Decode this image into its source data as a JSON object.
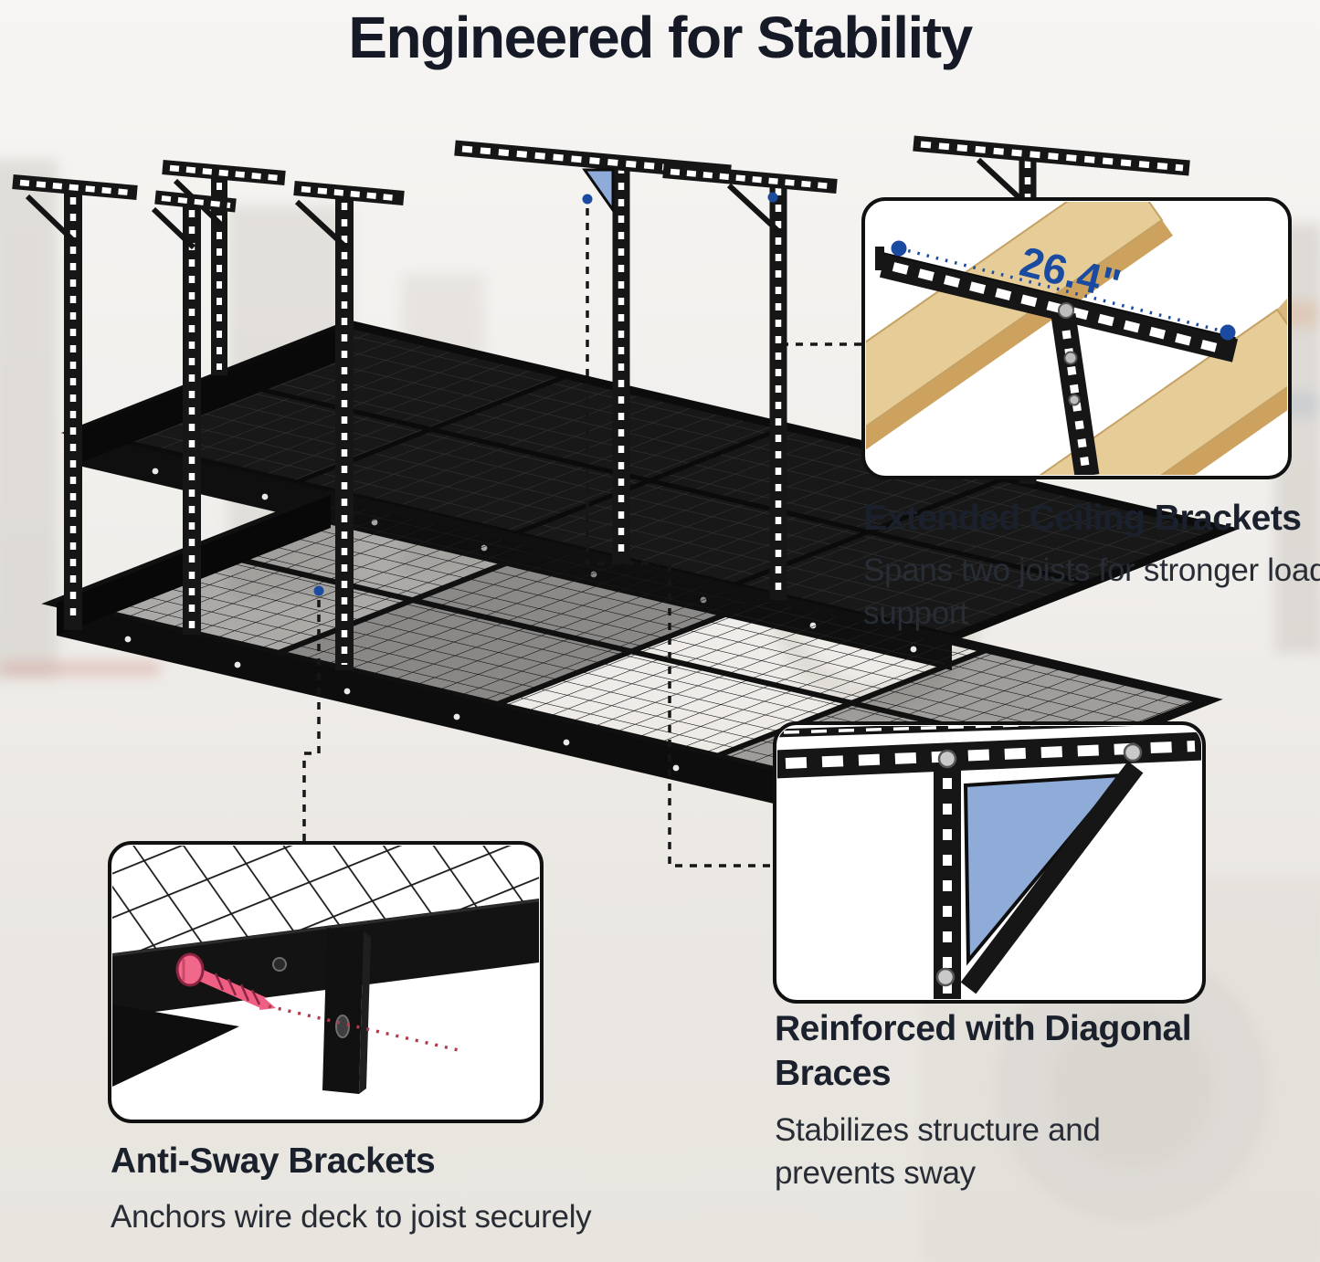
{
  "title": "Engineered for Stability",
  "colors": {
    "accent_blue": "#1b4ba0",
    "heading_text": "#1a202c",
    "body_text": "#272c35",
    "gusset_blue": "#8fabd8",
    "screw_pink": "#ee6586",
    "wood": "#e6cc96",
    "metal_black": "#161616",
    "box_border": "#111111",
    "box_fill": "#ffffff"
  },
  "callouts": [
    {
      "id": "extended-ceiling-brackets",
      "heading": "Extended Ceiling Brackets",
      "body": "Spans two joists for stronger load support",
      "dimension_label": "26.4\""
    },
    {
      "id": "diagonal-braces",
      "heading": "Reinforced with Diagonal Braces",
      "body": "Stabilizes structure and prevents sway"
    },
    {
      "id": "anti-sway-brackets",
      "heading": "Anti-Sway Brackets",
      "body": "Anchors wire deck to joist securely"
    }
  ]
}
